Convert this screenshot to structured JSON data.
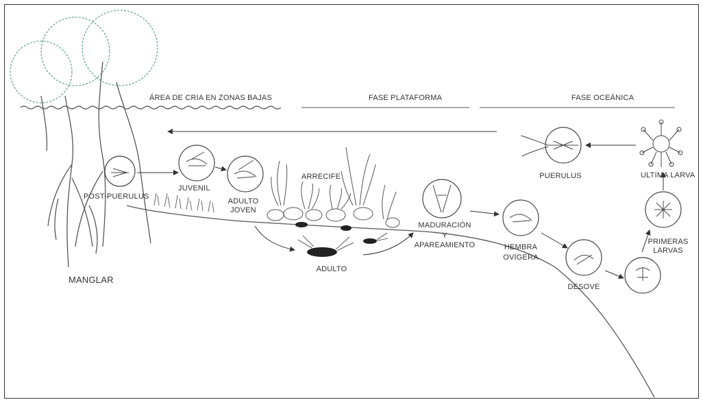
{
  "zones": {
    "shallow_nursery": "ÁREA DE CRIA EN ZONAS BAJAS",
    "platform": "FASE PLATAFORMA",
    "oceanic": "FASE OCEÁNICA"
  },
  "habitats": {
    "mangrove": "MANGLAR",
    "reef": "ARRECIFE"
  },
  "stages": {
    "post_puerulus": "POST-PUERULUS",
    "juvenile": "JUVENIL",
    "young_adult_1": "ADULTO",
    "young_adult_2": "JOVEN",
    "adult": "ADULTO",
    "maturation_1": "MADURACIÓN",
    "maturation_2": "Y",
    "maturation_3": "APAREAMIENTO",
    "ovigerous_1": "HEMBRA",
    "ovigerous_2": "OVIGERA",
    "spawning": "DESOVE",
    "first_larvae_1": "PRIMERAS",
    "first_larvae_2": "LARVAS",
    "last_larva": "ULTIMA LARVA",
    "puerulus": "PUERULUS"
  }
}
